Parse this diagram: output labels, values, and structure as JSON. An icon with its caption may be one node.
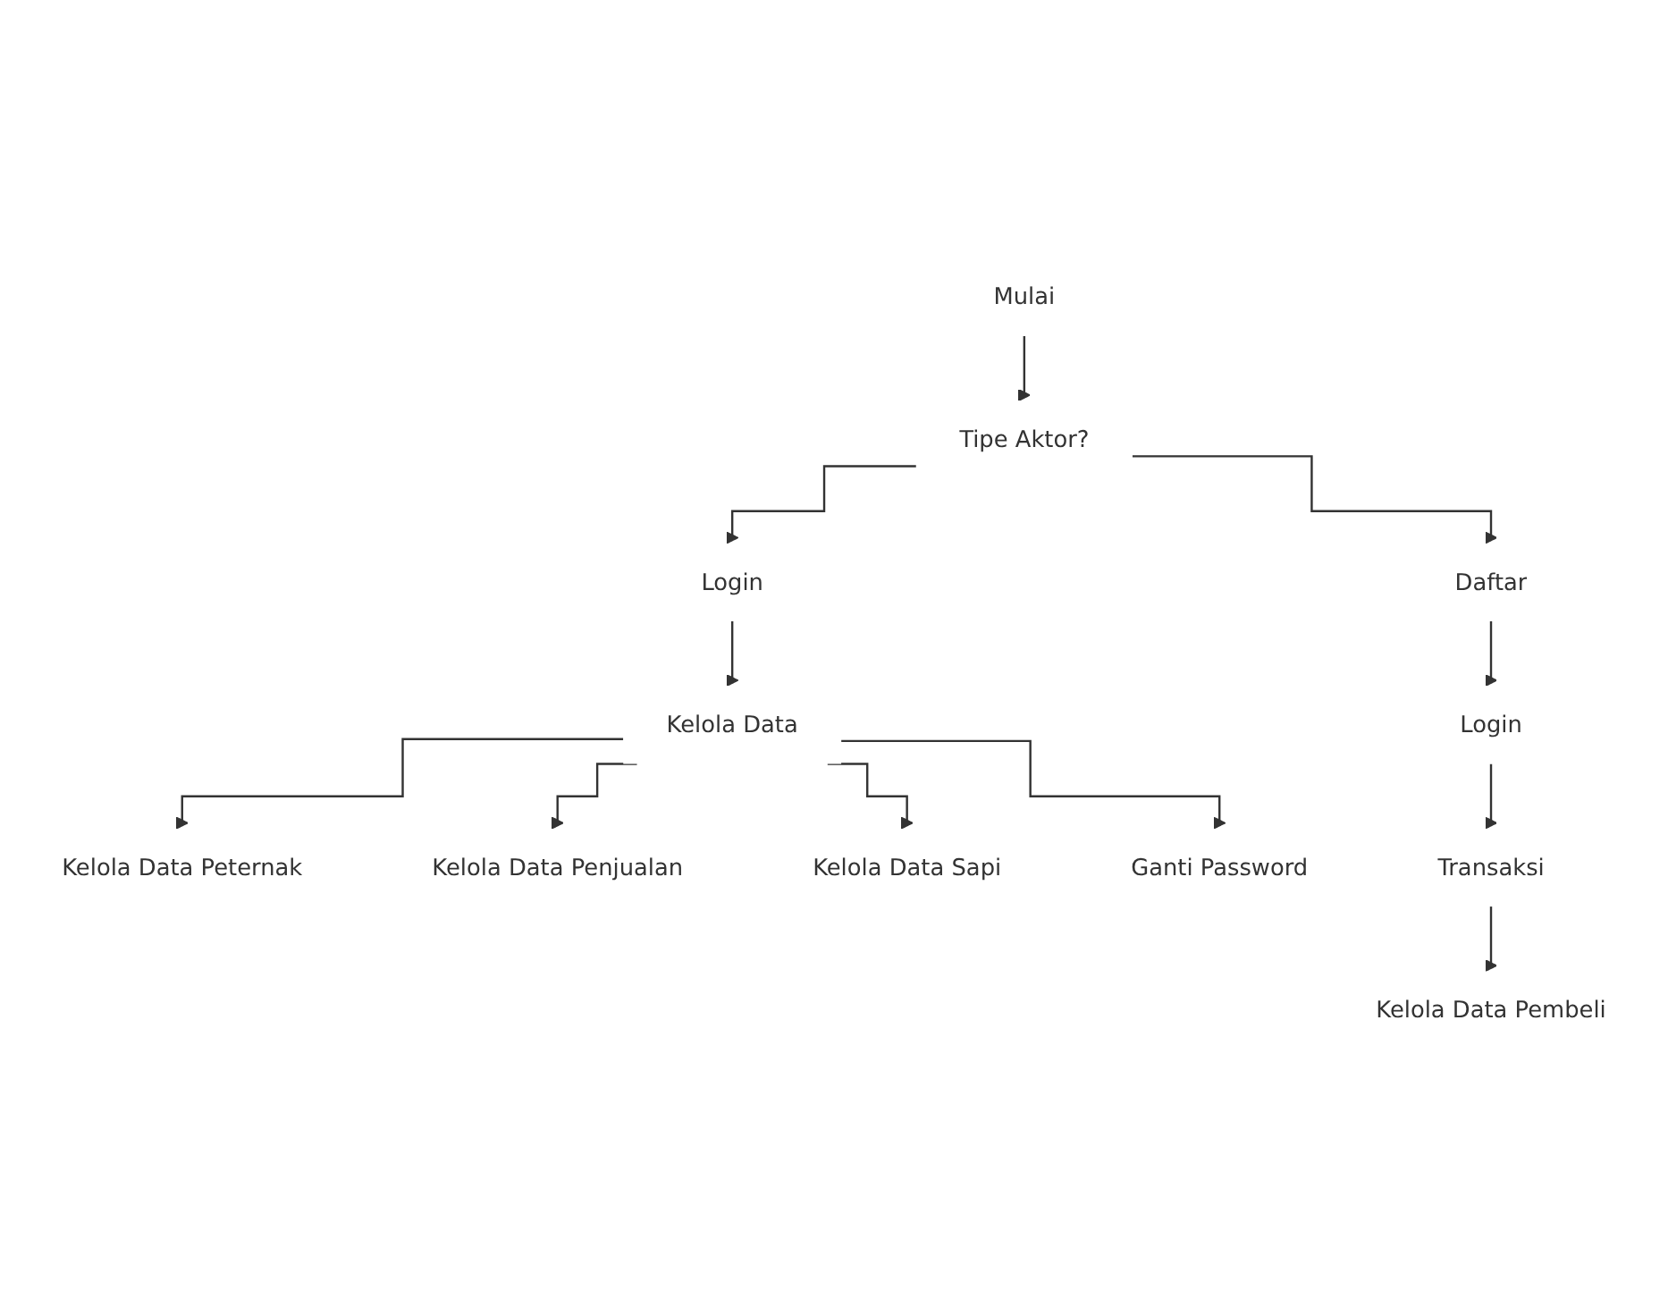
{
  "diagram": {
    "nodes": [
      {
        "text": [
          "Mulai"
        ]
      },
      {
        "text": [
          "Tipe Aktor?"
        ]
      },
      {
        "text": [
          "Login"
        ]
      },
      {
        "text": [
          "Daftar"
        ]
      },
      {
        "text": [
          "Kelola Data"
        ]
      },
      {
        "text": [
          "Login"
        ]
      },
      {
        "text": [
          "Kelola Data Peternak"
        ]
      },
      {
        "text": [
          "Kelola Data Penjualan"
        ]
      },
      {
        "text": [
          "Kelola Data Sapi"
        ]
      },
      {
        "text": [
          "Ganti Password"
        ]
      },
      {
        "text": [
          "Transaksi"
        ]
      },
      {
        "text": [
          "Kelola Data Pembeli"
        ]
      }
    ],
    "edges": [
      {
        "from": 0,
        "to": 1,
        "arrow": "to"
      },
      {
        "from": 1,
        "to": 2,
        "arrow": "to"
      },
      {
        "from": 1,
        "to": 3,
        "arrow": "to"
      },
      {
        "from": 2,
        "to": 4,
        "arrow": "to"
      },
      {
        "from": 4,
        "to": 6,
        "arrow": "to"
      },
      {
        "from": 4,
        "to": 7,
        "arrow": "to"
      },
      {
        "from": 4,
        "to": 8,
        "arrow": "to"
      },
      {
        "from": 4,
        "to": 9,
        "arrow": "to"
      },
      {
        "from": 3,
        "to": 5,
        "arrow": "to"
      },
      {
        "from": 5,
        "to": 10,
        "arrow": "to"
      },
      {
        "from": 10,
        "to": 11,
        "arrow": "to"
      }
    ]
  }
}
